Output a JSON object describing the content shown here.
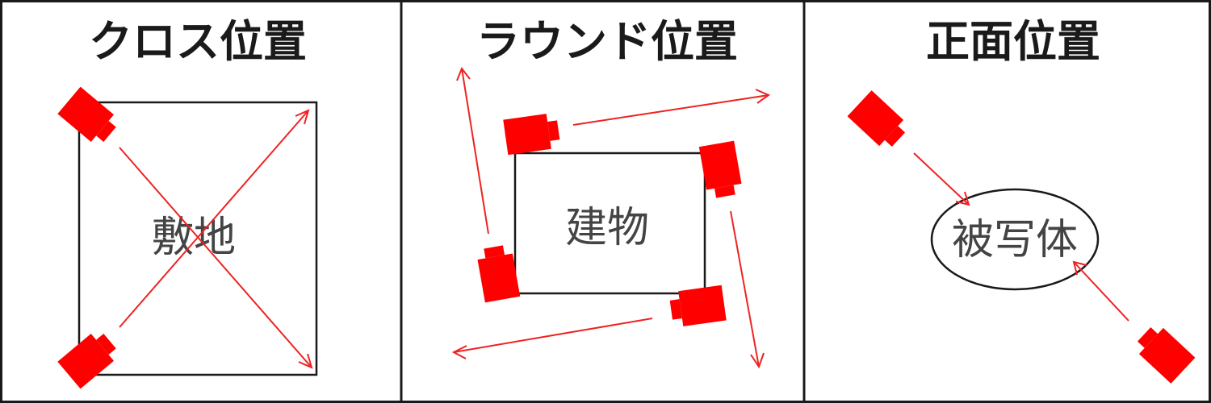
{
  "panels": [
    {
      "title": "クロス位置",
      "subject": "敷地"
    },
    {
      "title": "ラウンド位置",
      "subject": "建物"
    },
    {
      "title": "正面位置",
      "subject": "被写体"
    }
  ],
  "colors": {
    "camera": "#ff0000",
    "arrow": "#ee2222",
    "outline": "#1a1a1a",
    "title": "#1a1a1a",
    "subject_text": "#444444"
  },
  "icons": {
    "camera": "camera-icon",
    "arrow": "arrow-icon"
  }
}
